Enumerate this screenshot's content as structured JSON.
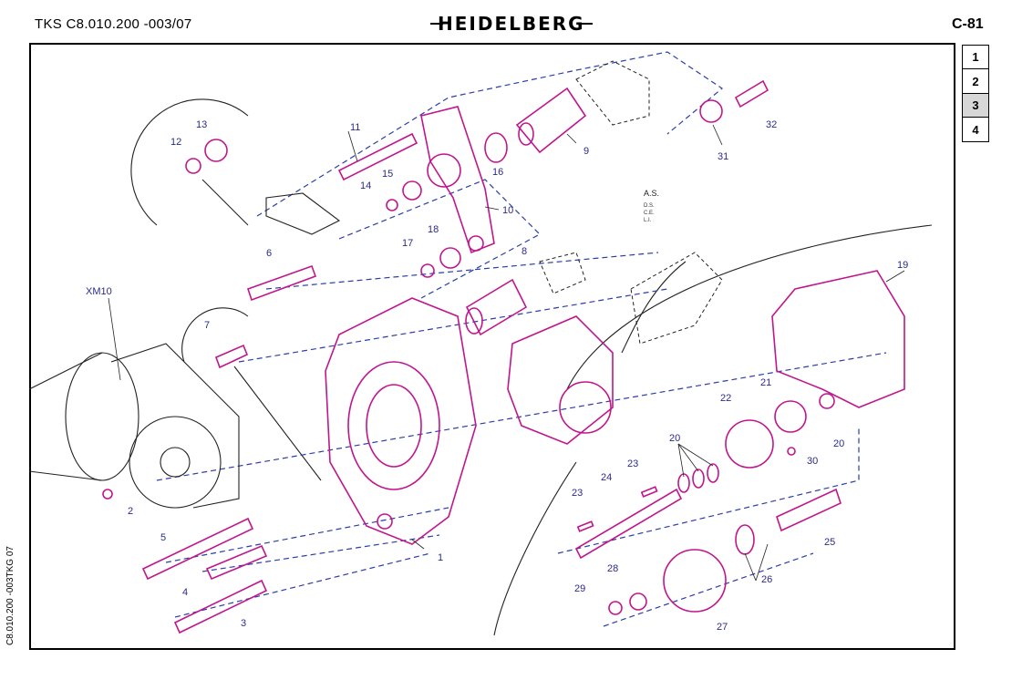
{
  "header": {
    "left": "TKS C8.010.200 -003/07",
    "logo": "HEIDELBERG",
    "right": "C-81"
  },
  "tabs": [
    "1",
    "2",
    "3",
    "4"
  ],
  "active_tab": "3",
  "side_code": "C8.010.200 -003TKG 07",
  "notes": {
    "as": "A.S.",
    "ds": "D.S.",
    "ce": "C.E.",
    "li": "L.I."
  },
  "parts": [
    {
      "id": "p1",
      "label": "1"
    },
    {
      "id": "p2",
      "label": "2"
    },
    {
      "id": "p3",
      "label": "3"
    },
    {
      "id": "p4",
      "label": "4"
    },
    {
      "id": "p5",
      "label": "5"
    },
    {
      "id": "p6",
      "label": "6"
    },
    {
      "id": "p7",
      "label": "7"
    },
    {
      "id": "p8",
      "label": "8"
    },
    {
      "id": "p9",
      "label": "9"
    },
    {
      "id": "p10",
      "label": "10"
    },
    {
      "id": "p11",
      "label": "11"
    },
    {
      "id": "p12",
      "label": "12"
    },
    {
      "id": "p13",
      "label": "13"
    },
    {
      "id": "p14",
      "label": "14"
    },
    {
      "id": "p15",
      "label": "15"
    },
    {
      "id": "p16",
      "label": "16"
    },
    {
      "id": "p17",
      "label": "17"
    },
    {
      "id": "p18",
      "label": "18"
    },
    {
      "id": "p19",
      "label": "19"
    },
    {
      "id": "p20a",
      "label": "20"
    },
    {
      "id": "p20b",
      "label": "20"
    },
    {
      "id": "p21",
      "label": "21"
    },
    {
      "id": "p22",
      "label": "22"
    },
    {
      "id": "p23a",
      "label": "23"
    },
    {
      "id": "p23b",
      "label": "23"
    },
    {
      "id": "p24",
      "label": "24"
    },
    {
      "id": "p25",
      "label": "25"
    },
    {
      "id": "p26",
      "label": "26"
    },
    {
      "id": "p27",
      "label": "27"
    },
    {
      "id": "p28",
      "label": "28"
    },
    {
      "id": "p29",
      "label": "29"
    },
    {
      "id": "p30",
      "label": "30"
    },
    {
      "id": "p31",
      "label": "31"
    },
    {
      "id": "p32",
      "label": "32"
    },
    {
      "id": "xm10",
      "label": "XM10"
    }
  ]
}
